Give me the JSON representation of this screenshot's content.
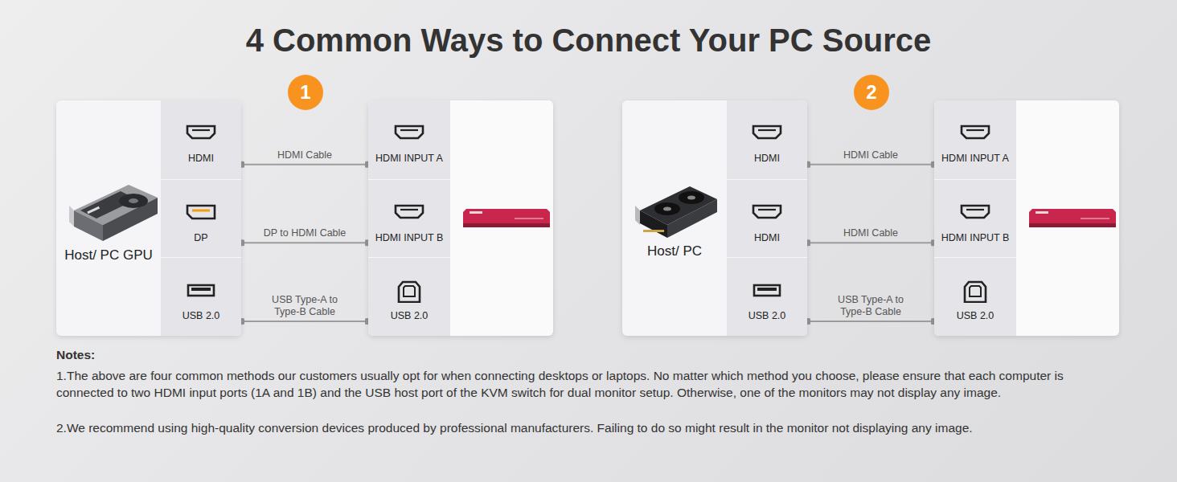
{
  "diagram": {
    "title": "4 Common Ways to Connect Your PC Source",
    "nodes": [
      {
        "text": [
          "Host/ PC GPU"
        ]
      },
      {
        "text": [
          "HDMI"
        ],
        "in": 0
      },
      {
        "text": [
          "DP"
        ],
        "in": 0
      },
      {
        "text": [
          "USB 2.0"
        ],
        "in": 0
      },
      {
        "text": [
          "HDMI INPUT A"
        ]
      },
      {
        "text": [
          "HDMI INPUT B"
        ]
      },
      {
        "text": [
          "USB 2.0"
        ]
      },
      {
        "text": [
          "Host/ PC"
        ]
      },
      {
        "text": [
          "HDMI"
        ],
        "in": 7
      },
      {
        "text": [
          "HDMI"
        ],
        "in": 7
      },
      {
        "text": [
          "USB 2.0"
        ],
        "in": 7
      },
      {
        "text": [
          "HDMI INPUT A"
        ]
      },
      {
        "text": [
          "HDMI INPUT B"
        ]
      },
      {
        "text": [
          "USB 2.0"
        ]
      }
    ],
    "edges": [
      {
        "from": 1,
        "to": 4,
        "label": "HDMI Cable",
        "arrow": "none"
      },
      {
        "from": 2,
        "to": 5,
        "label": "DP to HDMI Cable",
        "arrow": "none"
      },
      {
        "from": 3,
        "to": 6,
        "label": "USB Type-A to Type-B Cable",
        "arrow": "none"
      },
      {
        "from": 8,
        "to": 11,
        "label": "HDMI Cable",
        "arrow": "none"
      },
      {
        "from": 9,
        "to": 12,
        "label": "HDMI Cable",
        "arrow": "none"
      },
      {
        "from": 10,
        "to": 13,
        "label": "USB Type-A to Type-B Cable",
        "arrow": "none"
      }
    ],
    "labels": [
      "1",
      "2",
      "Notes:",
      "1.The above are four common methods our customers usually opt for when connecting desktops or laptops. No matter which method you choose, please ensure that each computer is connected to two HDMI input ports (1A and 1B) and the USB host port of the KVM switch for dual monitor setup. Otherwise, one of the monitors may not display any image.",
      "2.We recommend using high-quality conversion devices produced by professional manufacturers. Failing to do so might result in the monitor not displaying any image."
    ]
  }
}
